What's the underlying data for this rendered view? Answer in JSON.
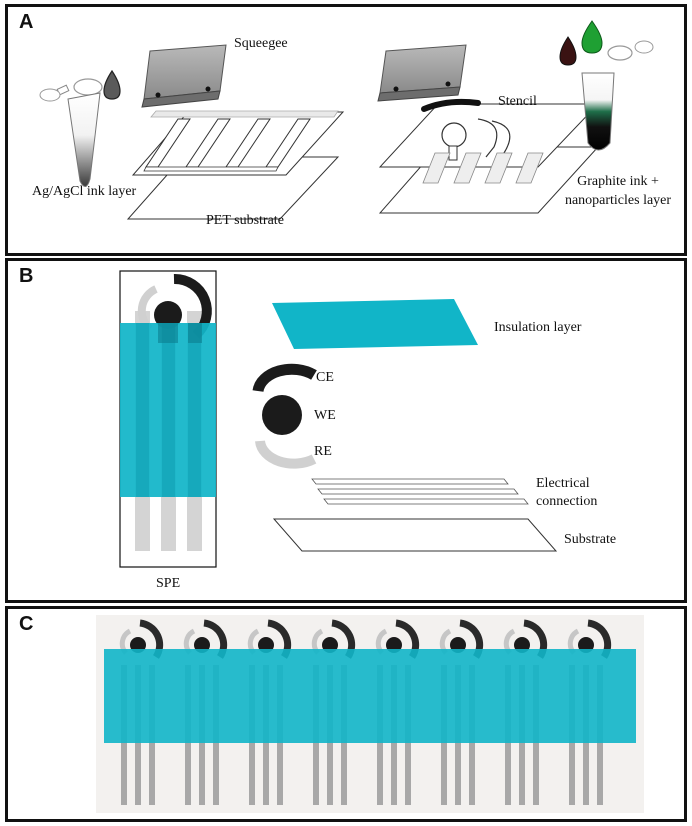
{
  "colors": {
    "insulation": "#11b5c8",
    "electrode_dark": "#1b1b1b",
    "reference_grey": "#d0d0d0",
    "outline": "#222222",
    "ink_green": "#1fa033"
  },
  "panel_a": {
    "letter": "A",
    "labels": {
      "squeegee": "Squeegee",
      "stencil": "Stencil",
      "agagcl": "Ag/AgCl ink layer",
      "pet": "PET substrate",
      "graphite_line1": "Graphite ink +",
      "graphite_line2": "nanoparticles layer"
    }
  },
  "panel_b": {
    "letter": "B",
    "labels": {
      "spe": "SPE",
      "insulation": "Insulation layer",
      "ce": "CE",
      "we": "WE",
      "re": "RE",
      "electrical_line1": "Electrical",
      "electrical_line2": "connection",
      "substrate": "Substrate"
    }
  },
  "panel_c": {
    "letter": "C",
    "electrode_count": 8
  }
}
